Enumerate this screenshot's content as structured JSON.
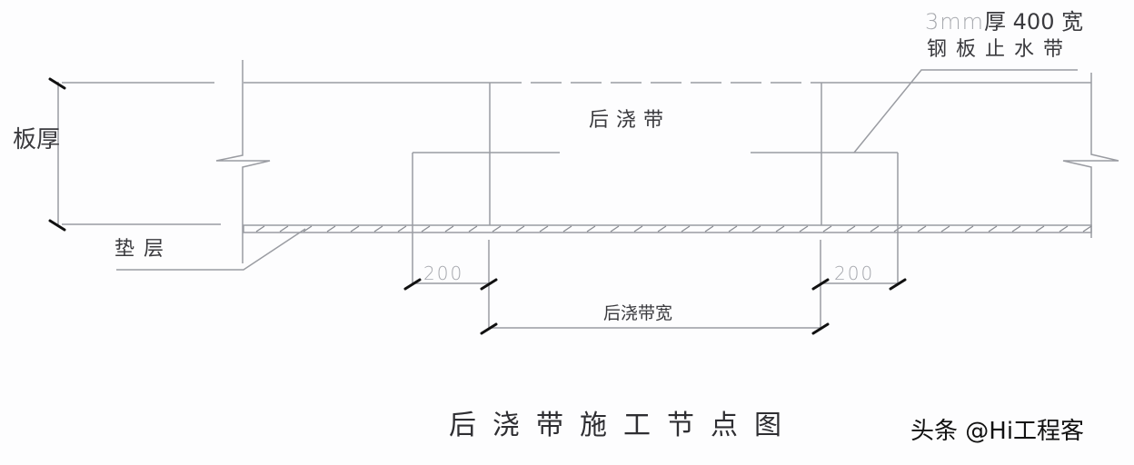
{
  "drawing": {
    "title": "后浇带施工节点图",
    "labels": {
      "board_thickness": "板厚",
      "cushion_layer": "垫层",
      "post_cast_band": "后浇带",
      "steel_waterstop_line1_spec": "3mm",
      "steel_waterstop_line1_rest": "厚 400 宽",
      "steel_waterstop_line2": "钢板止水带",
      "band_width": "后浇带宽"
    },
    "dimensions": {
      "left_offset": "200",
      "right_offset": "200"
    },
    "colors": {
      "line": "#9a9ca2",
      "tick": "#111111",
      "text": "#3a3a3e",
      "background": "#fdfdfe"
    }
  },
  "watermark": {
    "text": "头条 @Hi工程客"
  }
}
